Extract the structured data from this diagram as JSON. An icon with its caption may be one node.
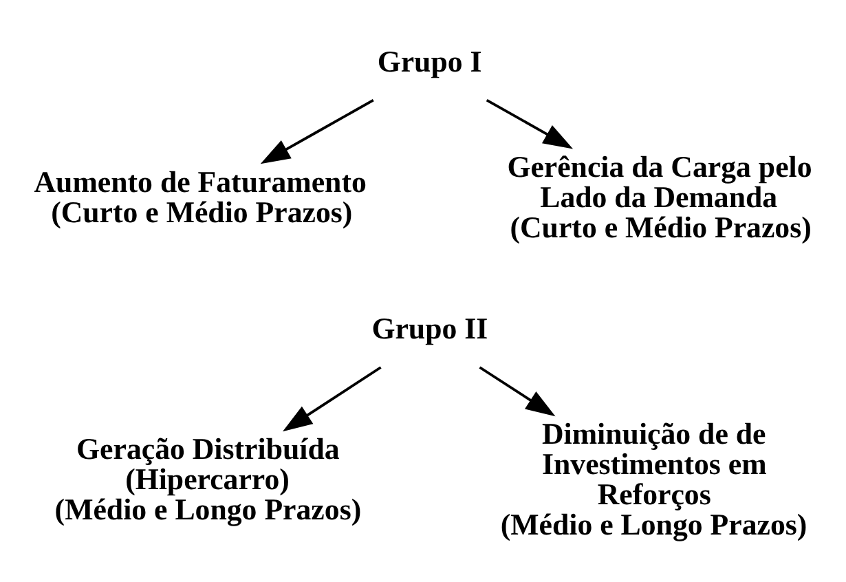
{
  "diagram": {
    "nodes": [
      {
        "text": [
          "Grupo I"
        ]
      },
      {
        "text": [
          "Aumento de Faturamento",
          "(Curto e Médio Prazos)"
        ]
      },
      {
        "text": [
          "Gerência da Carga pelo Lado da Demanda",
          "(Curto e Médio Prazos)"
        ]
      },
      {
        "text": [
          "Grupo II"
        ]
      },
      {
        "text": [
          "Geração Distribuída",
          "(Hipercarro)",
          "(Médio e Longo Prazos)"
        ]
      },
      {
        "text": [
          "Diminuição de de Investimentos em Reforços",
          "(Médio e Longo Prazos)"
        ]
      }
    ],
    "edges": [
      {
        "from": 0,
        "to": 1,
        "arrow": "to"
      },
      {
        "from": 0,
        "to": 2,
        "arrow": "to"
      },
      {
        "from": 3,
        "to": 4,
        "arrow": "to"
      },
      {
        "from": 3,
        "to": 5,
        "arrow": "to"
      }
    ]
  }
}
